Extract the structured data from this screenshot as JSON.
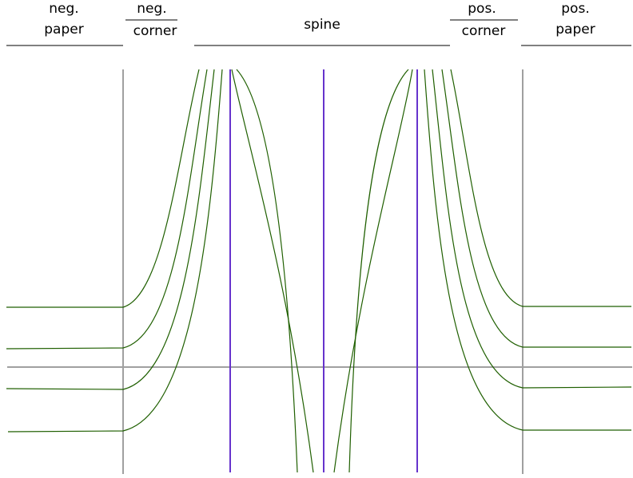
{
  "header": {
    "neg_paper": [
      "neg.",
      "paper"
    ],
    "neg_corner": [
      "neg.",
      "corner"
    ],
    "spine": "spine",
    "pos_corner": [
      "pos.",
      "corner"
    ],
    "pos_paper": [
      "pos.",
      "paper"
    ]
  },
  "colors": {
    "boundary": "#a0a0a0",
    "spine_lines": "#6633cc",
    "curves": "#1f5f00",
    "text": "#000000"
  }
}
